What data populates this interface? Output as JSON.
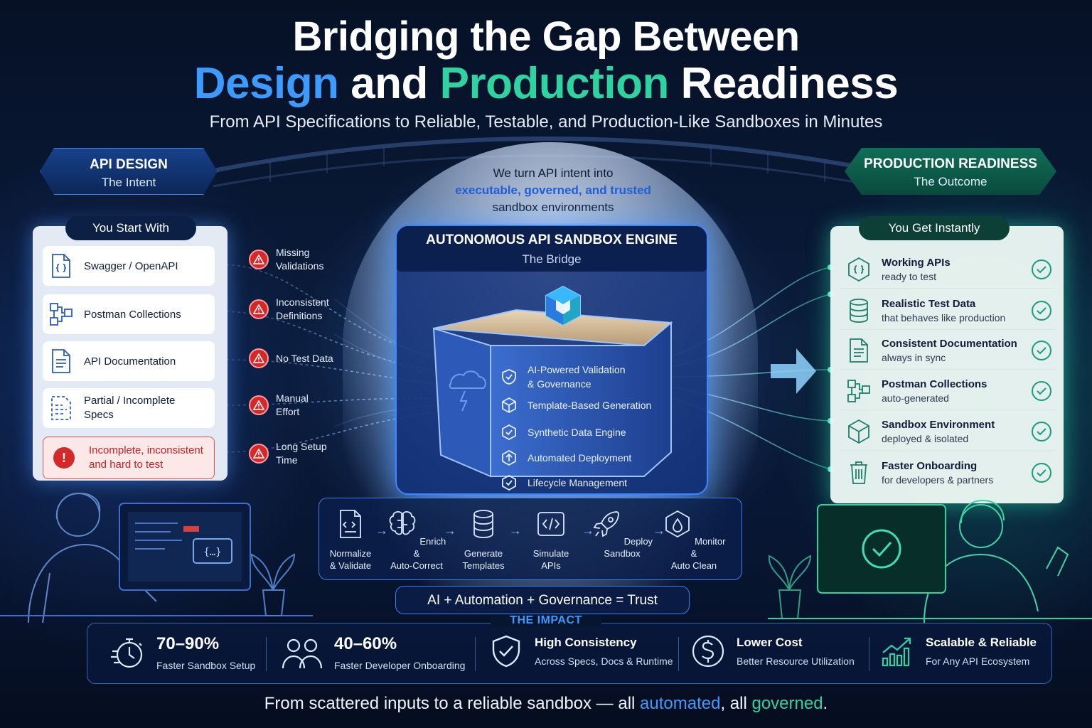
{
  "header": {
    "title_line1": "Bridging the Gap Between",
    "title_line2_part1": "Design",
    "title_line2_part2": " and ",
    "title_line2_part3": "Production",
    "title_line2_part4": " Readiness",
    "subtitle": "From API Specifications to Reliable, Testable, and Production-Like Sandboxes in Minutes"
  },
  "left": {
    "badge_title": "API DESIGN",
    "badge_sub": "The Intent",
    "pill": "You Start With",
    "items": [
      {
        "label": "Swagger / OpenAPI",
        "icon": "code-file-icon"
      },
      {
        "label": "Postman Collections",
        "icon": "network-nodes-icon"
      },
      {
        "label": "API Documentation",
        "icon": "document-icon"
      },
      {
        "label": "Partial / Incomplete Specs",
        "icon": "dashed-doc-icon"
      }
    ],
    "warning": "Incomplete, inconsistent and hard to test"
  },
  "problems": [
    {
      "line1": "Missing",
      "line2": "Validations"
    },
    {
      "line1": "Inconsistent",
      "line2": "Definitions"
    },
    {
      "line1": "No Test Data",
      "line2": ""
    },
    {
      "line1": "Manual",
      "line2": "Effort"
    },
    {
      "line1": "Long Setup",
      "line2": "Time"
    }
  ],
  "center": {
    "intro_line1": "We turn API intent into",
    "intro_line2": "executable, governed, and trusted",
    "intro_line3": "sandbox environments",
    "engine_title": "AUTONOMOUS API SANDBOX ENGINE",
    "engine_sub": "The Bridge",
    "features": [
      {
        "line1": "AI-Powered Validation",
        "line2": "& Governance"
      },
      {
        "line1": "Template-Based Generation",
        "line2": ""
      },
      {
        "line1": "Synthetic Data Engine",
        "line2": ""
      },
      {
        "line1": "Automated Deployment",
        "line2": ""
      },
      {
        "line1": "Lifecycle Management",
        "line2": ""
      }
    ],
    "steps": [
      {
        "line1": "Normalize",
        "line2": "& Validate",
        "icon": "code-file-icon"
      },
      {
        "line1": "Enrich &",
        "line2": "Auto-Correct",
        "icon": "brain-icon"
      },
      {
        "line1": "Generate",
        "line2": "Templates",
        "icon": "database-icon"
      },
      {
        "line1": "Simulate",
        "line2": "APIs",
        "icon": "code-brackets-icon"
      },
      {
        "line1": "Deploy",
        "line2": "Sandbox",
        "icon": "rocket-icon"
      },
      {
        "line1": "Monitor &",
        "line2": "Auto Clean",
        "icon": "cleanup-icon"
      }
    ],
    "trust": "AI + Automation + Governance = Trust"
  },
  "right": {
    "badge_title": "PRODUCTION READINESS",
    "badge_sub": "The Outcome",
    "pill": "You Get Instantly",
    "items": [
      {
        "title": "Working APIs",
        "sub": "ready to test",
        "icon": "code-file-icon"
      },
      {
        "title": "Realistic Test Data",
        "sub": "that behaves like production",
        "icon": "database-icon"
      },
      {
        "title": "Consistent Documentation",
        "sub": "always in sync",
        "icon": "document-icon"
      },
      {
        "title": "Postman Collections",
        "sub": "auto-generated",
        "icon": "network-nodes-icon"
      },
      {
        "title": "Sandbox Environment",
        "sub": "deployed & isolated",
        "icon": "cube-icon"
      },
      {
        "title": "Faster Onboarding",
        "sub": "for developers & partners",
        "icon": "trash-icon"
      }
    ]
  },
  "impact": {
    "label": "THE IMPACT",
    "items": [
      {
        "value": "70–90%",
        "desc": "Faster Sandbox Setup",
        "icon": "stopwatch-icon"
      },
      {
        "value": "40–60%",
        "desc": "Faster Developer Onboarding",
        "icon": "people-icon"
      },
      {
        "value": "High Consistency",
        "desc": "Across Specs, Docs & Runtime",
        "icon": "shield-check-icon"
      },
      {
        "value": "Lower Cost",
        "desc": "Better Resource Utilization",
        "icon": "dollar-icon"
      },
      {
        "value": "Scalable & Reliable",
        "desc": "For Any API Ecosystem",
        "icon": "growth-chart-icon"
      }
    ]
  },
  "footer": {
    "part1": "From scattered inputs to a reliable sandbox — all ",
    "part2": "automated",
    "part3": ", all ",
    "part4": "governed",
    "part5": "."
  },
  "colors": {
    "accent_blue": "#3d9bff",
    "accent_green": "#2fd3a2",
    "warning_red": "#d62828"
  }
}
